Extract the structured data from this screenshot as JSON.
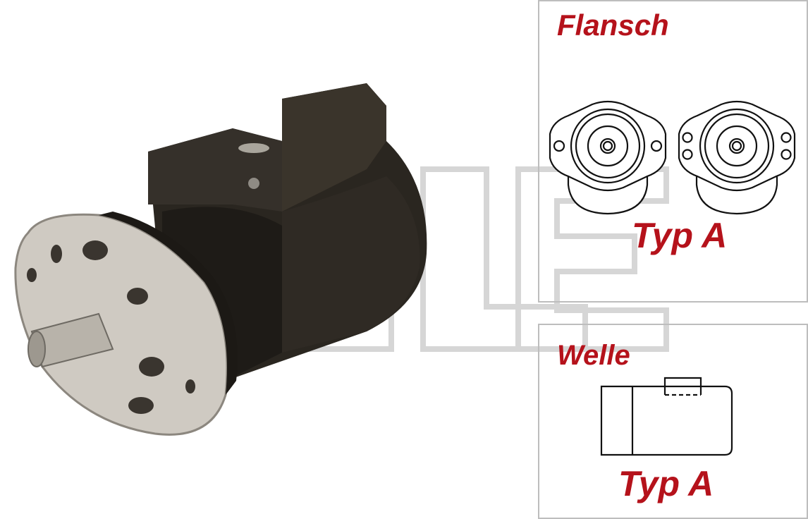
{
  "flange_panel": {
    "title": "Flansch",
    "type_label": "Typ A"
  },
  "shaft_panel": {
    "title": "Welle",
    "type_label": "Typ A"
  },
  "colors": {
    "accent": "#b5121b",
    "frame": "#bdbdbd",
    "watermark": "#d6d6d6",
    "motor_body": "#2a2620"
  }
}
